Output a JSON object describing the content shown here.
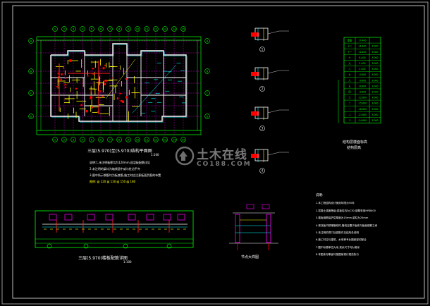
{
  "sheet": {
    "background": "#000000",
    "frame_color": "#bdbdbd",
    "colors": {
      "grid": "#ff00ff",
      "wall": "#ffffff",
      "column": "#ff0000",
      "slab": "#ffff00",
      "dim": "#00ff00",
      "beam": "#ff2020",
      "text": "#ffffff",
      "cyan": "#00ffff",
      "table": "#00ff00"
    }
  },
  "axis_bubbles_top": [
    "1",
    "2",
    "3",
    "4",
    "5",
    "6",
    "7",
    "8",
    "9",
    "10",
    "11",
    "12",
    "13",
    "14",
    "15"
  ],
  "axis_bubbles_left": [
    "A",
    "B",
    "C",
    "D"
  ],
  "plan": {
    "title": "三层(5.970)至(5.970)结构平面图",
    "scale": "1:100"
  },
  "notes_left": {
    "lines": [
      "说明:1.未注明板厚均为120mm,现浇板配筋详见",
      "2.未注明的梁均为轴线居中或与柱边平齐",
      "3.图中所示钢筋均为板底筋,施工时应注意板面负筋的布置",
      "图例: ▨ 120 ▨ 130 ▨ 150 ▨ 180"
    ]
  },
  "elevation": {
    "title": "三层(5.970)楼板配筋详图",
    "scale": "1:100"
  },
  "details": [
    {
      "num": "1"
    },
    {
      "num": "2"
    },
    {
      "num": "3"
    },
    {
      "num": "4"
    }
  ],
  "section_title": "节点大样图",
  "table": {
    "title": "结构层楼面标高",
    "sub": "结构层高",
    "rows": [
      [
        "屋面",
        "17.400",
        ""
      ],
      [
        "十二",
        "14.400",
        "3.000"
      ],
      [
        "十一",
        "11.400",
        "3.000"
      ],
      [
        "十",
        "8.400",
        "3.000"
      ],
      [
        "九",
        "5.400",
        "3.000"
      ],
      [
        "八",
        "2.400",
        "3.000"
      ],
      [
        "七",
        "-0.600",
        "3.000"
      ],
      [
        "六",
        "-3.600",
        "3.000"
      ],
      [
        "五",
        "-6.600",
        "3.000"
      ],
      [
        "四",
        "-9.600",
        "3.000"
      ],
      [
        "三",
        "-12.600",
        "3.000"
      ],
      [
        "二",
        "-15.600",
        "3.000"
      ],
      [
        "一",
        "-18.600",
        "3.000"
      ],
      [
        "-1",
        "-21.600",
        "3.000"
      ],
      [
        "-2",
        "-24.600",
        "3.000"
      ]
    ]
  },
  "notes_right": {
    "title": "说明:",
    "lines": [
      "1.本工程结构设计使用年限为50年",
      "2.混凝土强度等级:梁板柱均为C30,钢筋采用HRB400",
      "3.楼板钢筋保护层厚度为15mm,梁柱为25mm",
      "4.现浇板内预埋管线时,管线应置于板底与板面钢筋之间",
      "5.未注明的洞口加强筋详见结构总说明",
      "6.施工时应与建筑、水电等专业图纸密切配合",
      "7.图中标高单位为米,其余尺寸均为毫米",
      "8.本图未尽事宜均按国家现行规范执行"
    ]
  },
  "watermark": {
    "brand": "土木在线",
    "url": "CO188.COM"
  }
}
